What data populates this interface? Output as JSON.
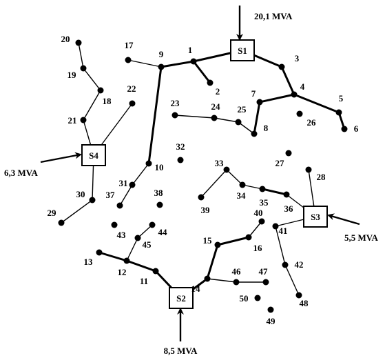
{
  "header_text": "",
  "substations": [
    {
      "id": "S1",
      "label": "S1",
      "power": "20,1 MVA"
    },
    {
      "id": "S2",
      "label": "S2",
      "power": "8,5 MVA"
    },
    {
      "id": "S3",
      "label": "S3",
      "power": "5,5 MVA"
    },
    {
      "id": "S4",
      "label": "S4",
      "power": "6,3 MVA"
    }
  ],
  "nodes": [
    "1",
    "2",
    "3",
    "4",
    "5",
    "6",
    "7",
    "8",
    "9",
    "10",
    "11",
    "12",
    "13",
    "14",
    "15",
    "16",
    "17",
    "18",
    "19",
    "20",
    "21",
    "22",
    "23",
    "24",
    "25",
    "26",
    "27",
    "28",
    "29",
    "30",
    "31",
    "32",
    "33",
    "34",
    "35",
    "36",
    "37",
    "38",
    "39",
    "40",
    "41",
    "42",
    "43",
    "44",
    "45",
    "46",
    "47",
    "48",
    "49",
    "50"
  ],
  "lines": [
    {
      "from": "S1",
      "to": "1",
      "style": "thick"
    },
    {
      "from": "1",
      "to": "9",
      "style": "thick"
    },
    {
      "from": "1",
      "to": "2",
      "style": "thick"
    },
    {
      "from": "9",
      "to": "17",
      "style": "thin"
    },
    {
      "from": "9",
      "to": "10",
      "style": "thick"
    },
    {
      "from": "10",
      "to": "31",
      "style": "thin"
    },
    {
      "from": "31",
      "to": "37",
      "style": "thin"
    },
    {
      "from": "S1",
      "to": "3",
      "style": "thick"
    },
    {
      "from": "3",
      "to": "4",
      "style": "thick"
    },
    {
      "from": "4",
      "to": "5",
      "style": "thick"
    },
    {
      "from": "5",
      "to": "6",
      "style": "thick"
    },
    {
      "from": "4",
      "to": "7",
      "style": "thick"
    },
    {
      "from": "7",
      "to": "8",
      "style": "thick"
    },
    {
      "from": "8",
      "to": "25",
      "style": "thin"
    },
    {
      "from": "25",
      "to": "24",
      "style": "thin"
    },
    {
      "from": "24",
      "to": "23",
      "style": "thin"
    },
    {
      "from": "S4",
      "to": "21",
      "style": "thin"
    },
    {
      "from": "21",
      "to": "18",
      "style": "thin"
    },
    {
      "from": "18",
      "to": "19",
      "style": "thin"
    },
    {
      "from": "19",
      "to": "20",
      "style": "thin"
    },
    {
      "from": "S4",
      "to": "22",
      "style": "thin"
    },
    {
      "from": "S4",
      "to": "30",
      "style": "thin"
    },
    {
      "from": "30",
      "to": "29",
      "style": "thin"
    },
    {
      "from": "S3",
      "to": "28",
      "style": "thin"
    },
    {
      "from": "S3",
      "to": "36",
      "style": "thin"
    },
    {
      "from": "36",
      "to": "35",
      "style": "thick"
    },
    {
      "from": "35",
      "to": "34",
      "style": "thin"
    },
    {
      "from": "34",
      "to": "33",
      "style": "thin"
    },
    {
      "from": "33",
      "to": "39",
      "style": "thin"
    },
    {
      "from": "S3",
      "to": "41",
      "style": "thin"
    },
    {
      "from": "41",
      "to": "42",
      "style": "thin"
    },
    {
      "from": "42",
      "to": "48",
      "style": "thin"
    },
    {
      "from": "S2",
      "to": "11",
      "style": "thick"
    },
    {
      "from": "11",
      "to": "12",
      "style": "thick"
    },
    {
      "from": "12",
      "to": "13",
      "style": "thick"
    },
    {
      "from": "12",
      "to": "45",
      "style": "thin"
    },
    {
      "from": "45",
      "to": "44",
      "style": "thin"
    },
    {
      "from": "S2",
      "to": "14",
      "style": "thick"
    },
    {
      "from": "14",
      "to": "15",
      "style": "thick"
    },
    {
      "from": "15",
      "to": "16",
      "style": "thick"
    },
    {
      "from": "16",
      "to": "40",
      "style": "thin"
    },
    {
      "from": "14",
      "to": "46",
      "style": "thin"
    },
    {
      "from": "46",
      "to": "47",
      "style": "thin"
    }
  ]
}
